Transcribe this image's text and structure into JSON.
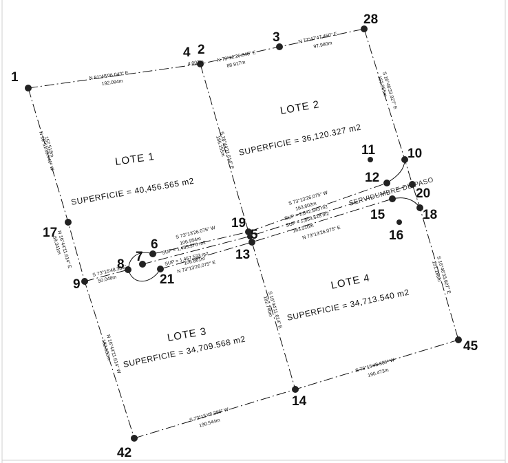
{
  "vertices": [
    {
      "id": "1",
      "label": "1"
    },
    {
      "id": "2",
      "label": "2"
    },
    {
      "id": "3",
      "label": "3"
    },
    {
      "id": "4",
      "label": "4"
    },
    {
      "id": "5",
      "label": "5"
    },
    {
      "id": "6",
      "label": "6"
    },
    {
      "id": "7",
      "label": "7"
    },
    {
      "id": "8",
      "label": "8"
    },
    {
      "id": "9",
      "label": "9"
    },
    {
      "id": "10",
      "label": "10"
    },
    {
      "id": "11",
      "label": "11"
    },
    {
      "id": "12",
      "label": "12"
    },
    {
      "id": "13",
      "label": "13"
    },
    {
      "id": "14",
      "label": "14"
    },
    {
      "id": "15",
      "label": "15"
    },
    {
      "id": "16",
      "label": "16"
    },
    {
      "id": "17",
      "label": "17"
    },
    {
      "id": "18",
      "label": "18"
    },
    {
      "id": "19",
      "label": "19"
    },
    {
      "id": "20",
      "label": "20"
    },
    {
      "id": "21",
      "label": "21"
    },
    {
      "id": "28",
      "label": "28"
    },
    {
      "id": "42",
      "label": "42"
    },
    {
      "id": "45",
      "label": "45"
    }
  ],
  "lots": [
    {
      "id": "lote-1",
      "name": "LOTE 1",
      "area": "SUPERFICIE = 40,456.565 m2"
    },
    {
      "id": "lote-2",
      "name": "LOTE 2",
      "area": "SUPERFICIE = 36,120.327 m2"
    },
    {
      "id": "lote-3",
      "name": "LOTE 3",
      "area": "SUPERFICIE = 34,709.568 m2"
    },
    {
      "id": "lote-4",
      "name": "LOTE 4",
      "area": "SUPERFICIE = 34,713.540 m2"
    }
  ],
  "servidumbre": {
    "label": "SERVIDUMBRE DE PASO"
  },
  "measurements": [
    {
      "id": "m1-4-b",
      "text": "N 81°48'06.043\" E"
    },
    {
      "id": "m1-4-d",
      "text": "192.094m"
    },
    {
      "id": "m4-2",
      "text": "4.007m"
    },
    {
      "id": "m2-3-b",
      "text": "N 78°12'26.348\" E"
    },
    {
      "id": "m2-3-d",
      "text": "88.917m"
    },
    {
      "id": "m3-28-b",
      "text": "N 77°47'47.450\" E"
    },
    {
      "id": "m3-28-d",
      "text": "97.980m"
    },
    {
      "id": "m28-10-b",
      "text": "S 16°46'33.927\" E"
    },
    {
      "id": "m28-10-d",
      "text": "152.965m"
    },
    {
      "id": "m1-17-b",
      "text": "N 16°51'33.546\" W"
    },
    {
      "id": "m1-17-d",
      "text": "157.518m"
    },
    {
      "id": "m2-19-b",
      "text": "S 16°44'11.614\" E"
    },
    {
      "id": "m2-19-d",
      "text": "186.155m"
    },
    {
      "id": "m17-9-b",
      "text": "N 16°44'11.614\" E"
    },
    {
      "id": "m17-9-d",
      "text": "69.341m"
    },
    {
      "id": "m9-8-b",
      "text": "S 73°15'48.386\""
    },
    {
      "id": "m9-8-d",
      "text": "50.048m"
    },
    {
      "id": "s-upper-b",
      "text": "S 73°13'26.075\" W"
    },
    {
      "id": "s-upper-d",
      "text": "106.954m"
    },
    {
      "id": "s-sup-1",
      "text": "SUP = 1,455.276 m2"
    },
    {
      "id": "s-sup-2",
      "text": "SUP = 1,457.533 m2"
    },
    {
      "id": "s-lower-d",
      "text": "106.861m"
    },
    {
      "id": "s-lower-b",
      "text": "N 73°13'26.075\" E"
    },
    {
      "id": "e-upper-b",
      "text": "S 73°13'26.075\" W"
    },
    {
      "id": "e-upper-d",
      "text": "163.602m"
    },
    {
      "id": "e-sup-1",
      "text": "SUP = 1,842.593 m2"
    },
    {
      "id": "e-sup-2",
      "text": "SUP = 1,853.628 m2"
    },
    {
      "id": "e-lower-d",
      "text": "163.510m"
    },
    {
      "id": "e-lower-b",
      "text": "N 73°13'26.075\" E"
    },
    {
      "id": "m18-45-b",
      "text": "S 16°46'33.927\" E"
    },
    {
      "id": "m18-45-d",
      "text": "151.188m"
    },
    {
      "id": "m13-14-b",
      "text": "S 16°44'11.614\" E"
    },
    {
      "id": "m13-14-d",
      "text": "182.740m"
    },
    {
      "id": "m9-42-b",
      "text": "N 16°44'11.614\" W"
    },
    {
      "id": "m9-42-d",
      "text": "182.380m"
    },
    {
      "id": "m45-14-b",
      "text": "S 73°15'48.386\" W"
    },
    {
      "id": "m45-14-d",
      "text": "190.473m"
    },
    {
      "id": "m14-42-b",
      "text": "S 73°15'48.386\" W"
    },
    {
      "id": "m14-42-d",
      "text": "190.544m"
    }
  ]
}
